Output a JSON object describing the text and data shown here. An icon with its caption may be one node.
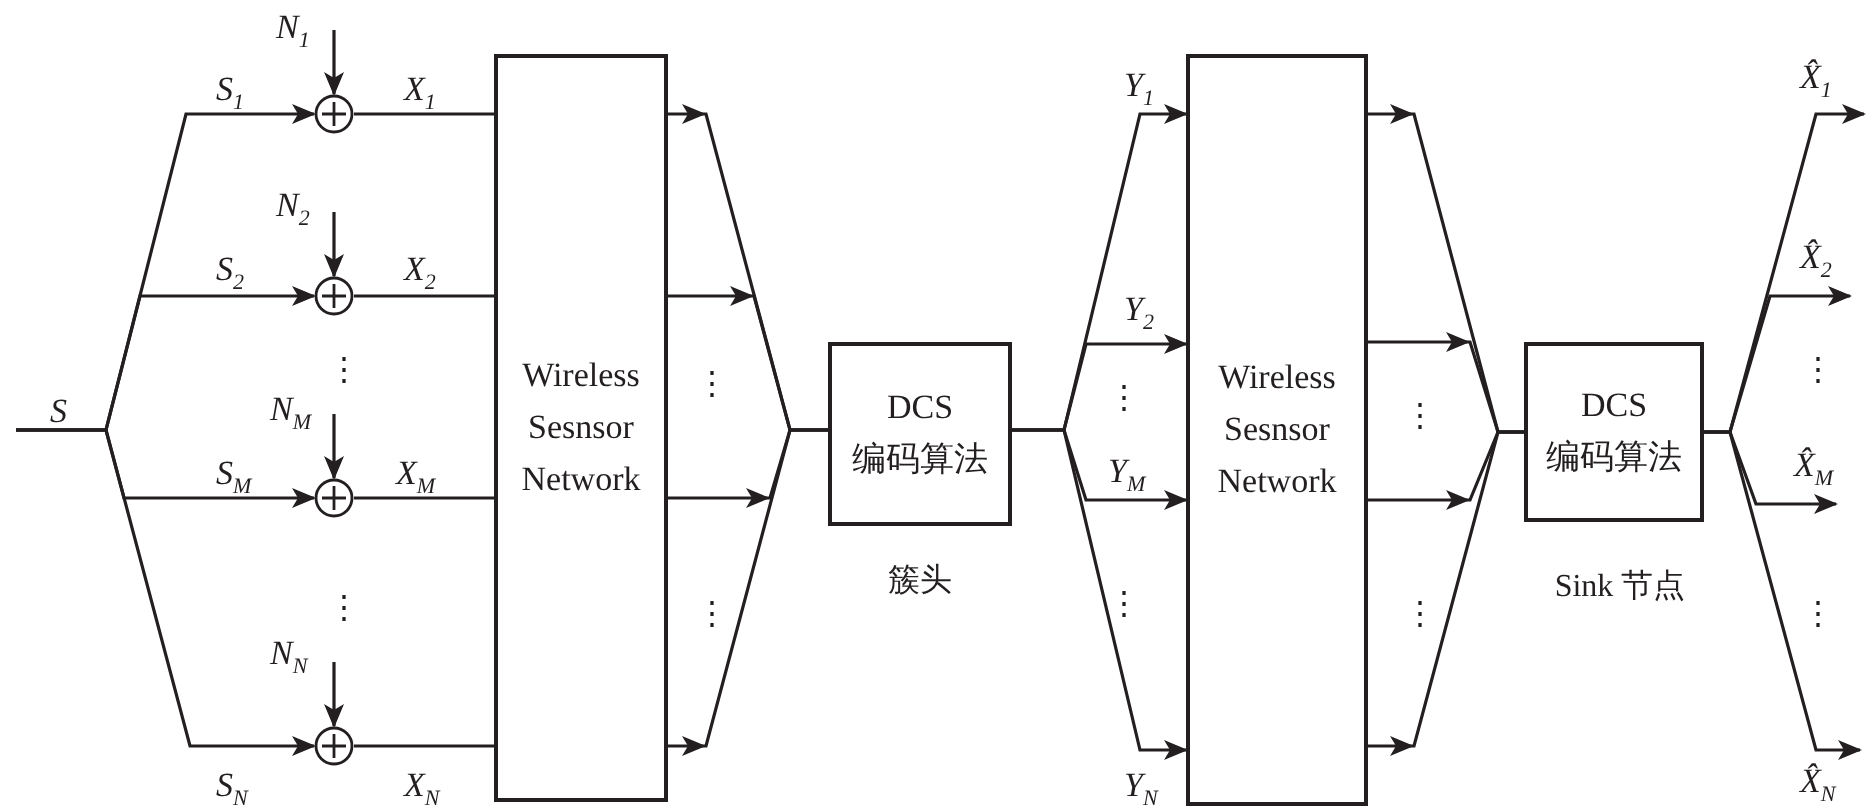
{
  "diagram": {
    "nodes": [
      {
        "text": [
          "Wireless Sesnsor Network"
        ]
      },
      {
        "text": [],
        "shape": "circle"
      },
      {
        "text": [],
        "shape": "circle"
      },
      {
        "text": [],
        "shape": "circle"
      },
      {
        "text": [],
        "shape": "circle"
      },
      {
        "text": [
          "DCS 编码算法"
        ],
        "beside": [
          "簇头"
        ]
      },
      {
        "text": [
          "Wireless Sesnsor Network"
        ]
      },
      {
        "text": [
          "DCS 编码算法"
        ],
        "beside": [
          "Sink 节点"
        ]
      }
    ],
    "edges": [
      {
        "from": null,
        "to": 1,
        "arrow": "to",
        "label": "S$_{1}$"
      },
      {
        "from": null,
        "to": 2,
        "arrow": "to",
        "label": "S$_{2}$"
      },
      {
        "from": null,
        "to": 3,
        "arrow": "to",
        "label": "S$_{M}$"
      },
      {
        "from": null,
        "to": 4,
        "arrow": "to",
        "label": "S$_{N}$"
      },
      {
        "from": null,
        "to": 1,
        "arrow": "to",
        "label": "N$_{1}$"
      },
      {
        "from": null,
        "to": 2,
        "arrow": "to",
        "label": "N$_{2}$"
      },
      {
        "from": null,
        "to": 3,
        "arrow": "to",
        "label": "N$_{M}$"
      },
      {
        "from": null,
        "to": 4,
        "arrow": "to",
        "label": "N$_{N}$"
      },
      {
        "from": 1,
        "to": 0,
        "arrow": "none",
        "label": "X$_{1}$"
      },
      {
        "from": 2,
        "to": 0,
        "arrow": "none",
        "label": "X$_{2}$"
      },
      {
        "from": 3,
        "to": 0,
        "arrow": "none",
        "label": "X$_{M}$"
      },
      {
        "from": 4,
        "to": 0,
        "arrow": "none",
        "label": "X$_{N}$"
      },
      {
        "from": 0,
        "to": 5,
        "arrow": "to"
      },
      {
        "from": 0,
        "to": 5,
        "arrow": "to"
      },
      {
        "from": 0,
        "to": 5,
        "arrow": "to"
      },
      {
        "from": 0,
        "to": 5,
        "arrow": "to"
      },
      {
        "from": 5,
        "to": 6,
        "arrow": "to",
        "label": "Y$_{1}$"
      },
      {
        "from": 5,
        "to": 6,
        "arrow": "to",
        "label": "Y$_{2}$"
      },
      {
        "from": 5,
        "to": 6,
        "arrow": "to",
        "label": "Y$_{M}$"
      },
      {
        "from": 5,
        "to": 6,
        "arrow": "to",
        "label": "Y$_{N}$"
      },
      {
        "from": 6,
        "to": 7,
        "arrow": "to"
      },
      {
        "from": 6,
        "to": 7,
        "arrow": "to"
      },
      {
        "from": 6,
        "to": 7,
        "arrow": "to"
      },
      {
        "from": 6,
        "to": 7,
        "arrow": "to"
      },
      {
        "from": 7,
        "to": null,
        "arrow": "to",
        "label": "X̂$_{1}$"
      },
      {
        "from": 7,
        "to": null,
        "arrow": "to",
        "label": "X̂$_{2}$"
      },
      {
        "from": 7,
        "to": null,
        "arrow": "to",
        "label": "X̂$_{M}$"
      },
      {
        "from": 7,
        "to": null,
        "arrow": "to",
        "label": "X̂$_{N}$"
      }
    ],
    "labels": [
      "S",
      "⋮",
      "⋮",
      "⋮",
      "⋮",
      "⋮",
      "⋮",
      "⋮",
      "⋮",
      "⋮",
      "⋮"
    ]
  }
}
